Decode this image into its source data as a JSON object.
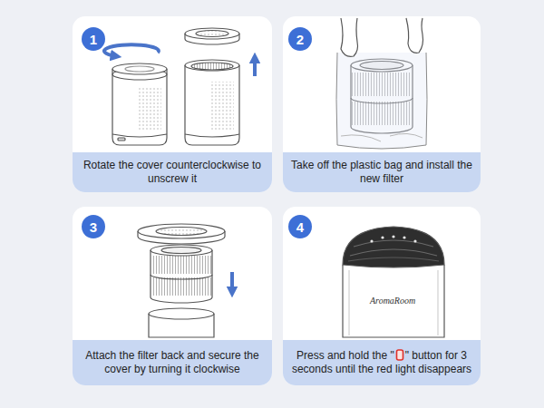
{
  "diagram": {
    "nodes": [
      {
        "text": [
          "1"
        ]
      },
      {
        "text": [
          "Rotate the cover counterclockwise to unscrew it"
        ]
      },
      {
        "text": [
          "2"
        ]
      },
      {
        "text": [
          "Take off the plastic bag and install the new filter"
        ]
      },
      {
        "text": [
          "3"
        ]
      },
      {
        "text": [
          "Attach the filter back and secure the cover by turning it clockwise"
        ]
      },
      {
        "text": [
          "4"
        ]
      },
      {
        "text": [
          "Press and hold the \"",
          "\" button for 3 seconds until the red light disappears"
        ]
      }
    ],
    "labels": [
      "AromaRoom"
    ]
  }
}
